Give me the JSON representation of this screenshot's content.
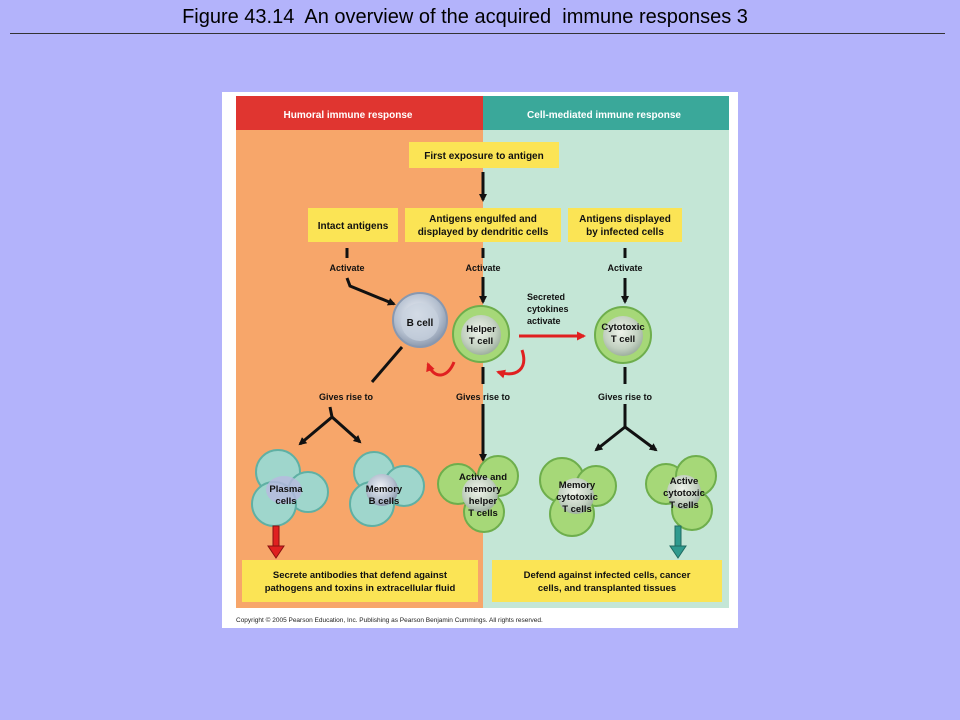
{
  "slide": {
    "title": "Figure 43.14  An overview of the acquired  immune responses 3"
  },
  "figure": {
    "humoral_header": "Humoral immune response",
    "cell_mediated_header": "Cell-mediated immune response",
    "first_exposure": "First exposure to antigen",
    "intact_antigens": "Intact antigens",
    "engulfed_line1": "Antigens engulfed and",
    "engulfed_line2": "displayed by dendritic cells",
    "infected_line1": "Antigens displayed",
    "infected_line2": "by infected cells",
    "activate_left": "Activate",
    "activate_center": "Activate",
    "activate_right": "Activate",
    "secreted_line1": "Secreted",
    "secreted_line2": "cytokines",
    "secreted_line3": "activate",
    "b_cell": "B cell",
    "helper_line1": "Helper",
    "helper_line2": "T cell",
    "cytotoxic_line1": "Cytotoxic",
    "cytotoxic_line2": "T cell",
    "gives_rise_left": "Gives rise to",
    "gives_rise_center": "Gives rise to",
    "gives_rise_right": "Gives rise to",
    "plasma_line1": "Plasma",
    "plasma_line2": "cells",
    "memory_b_line1": "Memory",
    "memory_b_line2": "B cells",
    "amh_line1": "Active and",
    "amh_line2": "memory",
    "amh_line3": "helper",
    "amh_line4": "T cells",
    "mct_line1": "Memory",
    "mct_line2": "cytotoxic",
    "mct_line3": "T cells",
    "act_line1": "Active",
    "act_line2": "cytotoxic",
    "act_line3": "T cells",
    "secrete_line1": "Secrete antibodies that defend against",
    "secrete_line2": "pathogens and toxins in extracellular fluid",
    "defend_line1": "Defend against infected cells, cancer",
    "defend_line2": "cells, and transplanted tissues",
    "copyright": "Copyright © 2005 Pearson Education, Inc. Publishing as Pearson Benjamin Cummings. All rights reserved."
  },
  "colors": {
    "slide_background": "#b3b3fb",
    "humoral_panel": "#f7a66a",
    "cell_panel": "#c4e6d6",
    "humoral_header": "#e03530",
    "cell_header": "#3aa89a",
    "label_box": "#fbe455",
    "b_cell": "#aab8c8",
    "t_cell": "#a6d878",
    "red_arrow": "#e02020"
  }
}
